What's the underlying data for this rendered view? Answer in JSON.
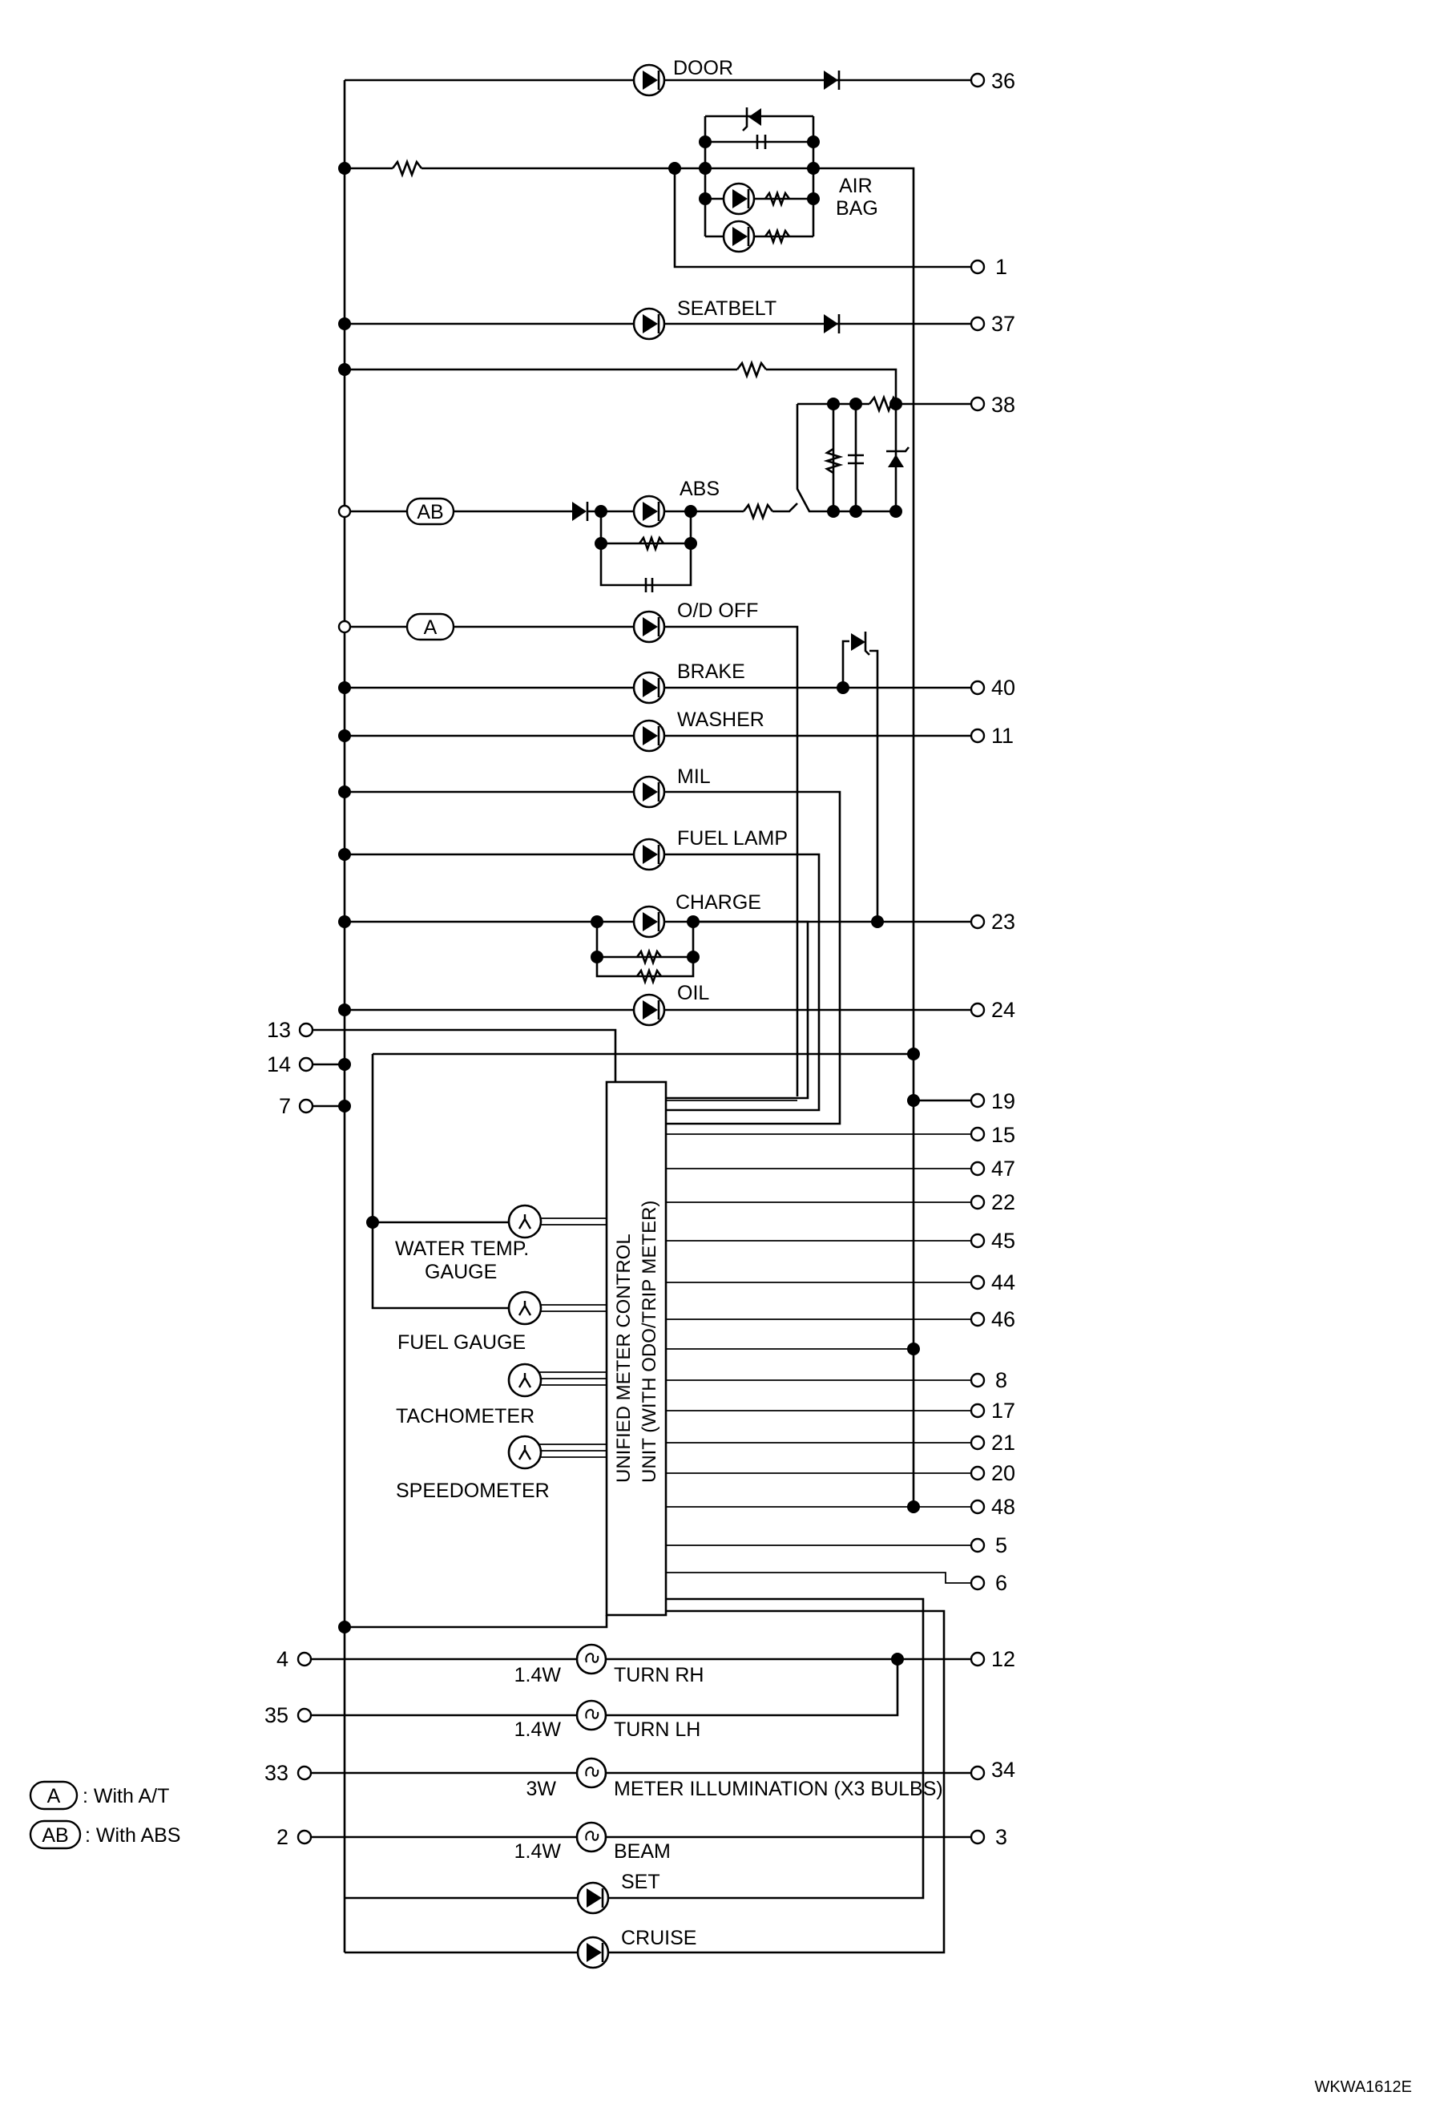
{
  "indicators": {
    "door": "DOOR",
    "air_bag_1": "AIR",
    "air_bag_2": "BAG",
    "seatbelt": "SEATBELT",
    "abs": "ABS",
    "od_off": "O/D OFF",
    "brake": "BRAKE",
    "washer": "WASHER",
    "mil": "MIL",
    "fuel_lamp": "FUEL LAMP",
    "charge": "CHARGE",
    "oil": "OIL"
  },
  "gauges": {
    "water_temp_1": "WATER TEMP.",
    "water_temp_2": "GAUGE",
    "fuel": "FUEL GAUGE",
    "tachometer": "TACHOMETER",
    "speedometer": "SPEEDOMETER"
  },
  "control_unit": {
    "line1": "UNIFIED METER CONTROL",
    "line2": "UNIT (WITH ODO/TRIP METER)"
  },
  "bulbs": {
    "turn_rh": "TURN RH",
    "turn_rh_w": "1.4W",
    "turn_lh": "TURN LH",
    "turn_lh_w": "1.4W",
    "meter_illum": "METER ILLUMINATION (X3 BULBS)",
    "meter_illum_w": "3W",
    "beam": "BEAM",
    "beam_w": "1.4W",
    "set": "SET",
    "cruise": "CRUISE"
  },
  "option_tags": {
    "a": "A",
    "ab": "AB"
  },
  "legend": [
    {
      "tag": "A",
      "text": ": With A/T"
    },
    {
      "tag": "AB",
      "text": ": With ABS"
    }
  ],
  "terminals_right": [
    "36",
    "1",
    "37",
    "38",
    "40",
    "11",
    "23",
    "24",
    "19",
    "15",
    "47",
    "22",
    "45",
    "44",
    "46",
    "8",
    "17",
    "21",
    "20",
    "48",
    "5",
    "6",
    "12",
    "34",
    "3"
  ],
  "terminals_left": [
    "13",
    "14",
    "7",
    "4",
    "35",
    "33",
    "2"
  ],
  "figure_code": "WKWA1612E"
}
